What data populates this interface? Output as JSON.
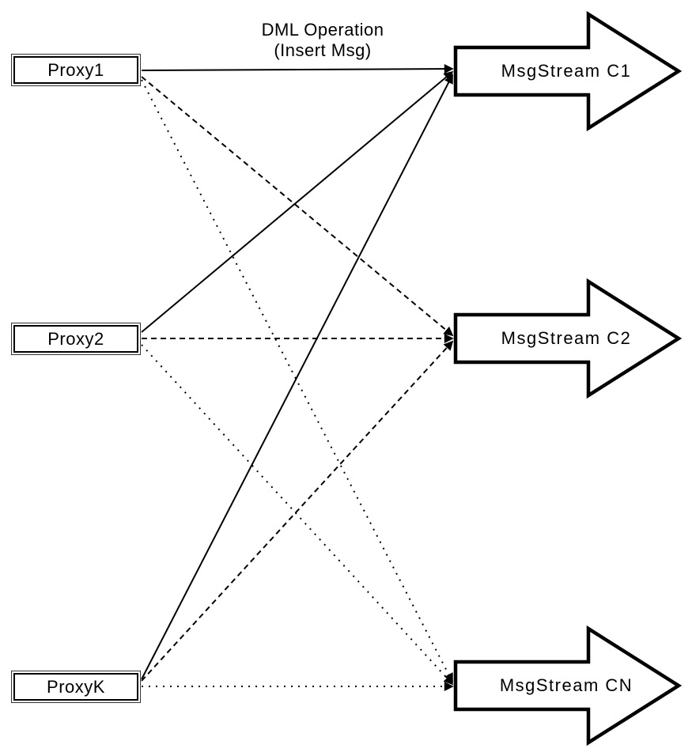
{
  "diagram": {
    "title_line1": "DML Operation",
    "title_line2": "(Insert Msg)",
    "proxies": [
      {
        "label": "Proxy1"
      },
      {
        "label": "Proxy2"
      },
      {
        "label": "ProxyK"
      }
    ],
    "streams": [
      {
        "label": "MsgStream C1"
      },
      {
        "label": "MsgStream C2"
      },
      {
        "label": "MsgStream CN"
      }
    ],
    "connections": [
      {
        "from": "Proxy1",
        "to": "MsgStream C1",
        "style": "solid"
      },
      {
        "from": "Proxy1",
        "to": "MsgStream C2",
        "style": "dashed"
      },
      {
        "from": "Proxy1",
        "to": "MsgStream CN",
        "style": "dotted"
      },
      {
        "from": "Proxy2",
        "to": "MsgStream C1",
        "style": "solid"
      },
      {
        "from": "Proxy2",
        "to": "MsgStream C2",
        "style": "dashed"
      },
      {
        "from": "Proxy2",
        "to": "MsgStream CN",
        "style": "dotted"
      },
      {
        "from": "ProxyK",
        "to": "MsgStream C1",
        "style": "solid"
      },
      {
        "from": "ProxyK",
        "to": "MsgStream C2",
        "style": "dashed"
      },
      {
        "from": "ProxyK",
        "to": "MsgStream CN",
        "style": "dotted"
      }
    ],
    "colors": {
      "line": "#000000",
      "shape_fill": "#ffffff",
      "background": "#ffffff"
    }
  }
}
